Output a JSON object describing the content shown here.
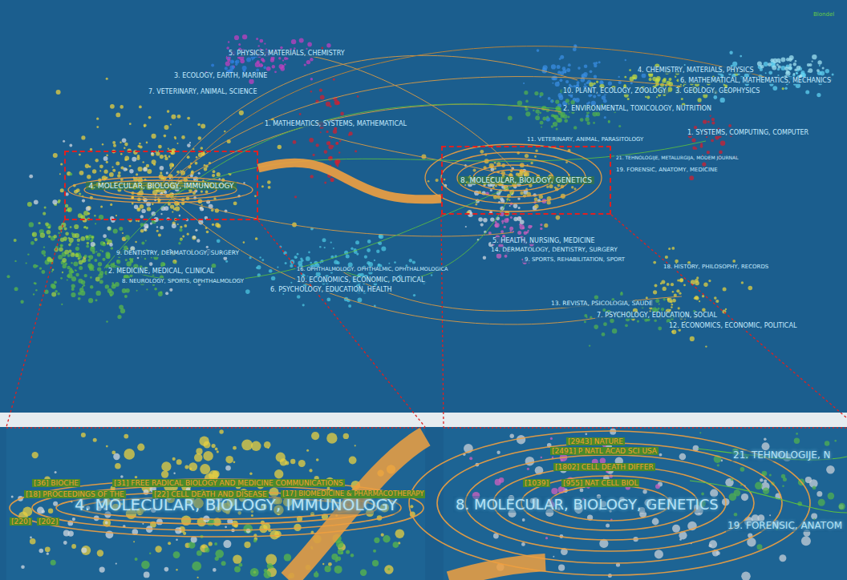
{
  "diagram": {
    "nodes": [
      {
        "text": [
          "4. MOLECULAR, BIOLOGY, IMMUNOLOGY"
        ]
      },
      {
        "text": [
          "8. MOLECULAR, BIOLOGY, GENETICS"
        ]
      },
      {
        "text": [
          "4. MOLECULAR, BIOLOGY, IMMUNOLOGY"
        ]
      },
      {
        "text": [
          "8. MOLECULAR, BIOLOGY, GENETICS"
        ]
      }
    ],
    "edges": [
      {
        "from": 0,
        "to": 1,
        "arrow": "none"
      }
    ],
    "labels": [
      "5. PHYSICS, MATERIALS, CHEMISTRY",
      "3. ECOLOGY, EARTH, MARINE",
      "7. VETERINARY, ANIMAL, SCIENCE",
      "1. MATHEMATICS, SYSTEMS, MATHEMATICAL",
      "9. DENTISTRY, DERMATOLOGY, SURGERY",
      "2. MEDICINE, MEDICAL, CLINICAL",
      "8. NEUROLOGY, SPORTS, OPHTHALMOLOGY",
      "16. OPHTHALMOLOGY, OPHTHALMIC, OPHTHALMOLOGICA",
      "10. ECONOMICS, ECONOMIC, POLITICAL",
      "6. PSYCHOLOGY, EDUCATION, HEALTH",
      "4. CHEMISTRY, MATERIALS, PHYSICS",
      "6. MATHEMATICAL, MATHEMATICS, MECHANICS",
      "10. PLANT, ECOLOGY, ZOOLOGY",
      "3. GEOLOGY, GEOPHYSICS",
      "2. ENVIRONMENTAL, TOXICOLOGY, NUTRITION",
      "1. SYSTEMS, COMPUTING, COMPUTER",
      "11. VETERINARY, ANIMAL, PARASITOLOGY",
      "21. TEHNOLOGIJE, METALURGIJA, MODEM JOURNAL",
      "19. FORENSIC, ANATOMY, MEDICINE",
      "5. HEALTH, NURSING, MEDICINE",
      "14. DERMATOLOGY, DENTISTRY, SURGERY",
      "9. SPORTS, REHABILITATION, SPORT",
      "18. HISTORY, PHILOSOPHY, RECORDS",
      "13. REVISTA, PSICOLOGIA, SAUDE",
      "7. PSYCHOLOGY, EDUCATION, SOCIAL",
      "12. ECONOMICS, ECONOMIC, POLITICAL",
      "Blondel",
      "[36] BIOCHE",
      "[31] FREE RADICAL BIOLOGY AND MEDICINE COMMUNICATIONS",
      "[18] PROCEEDINGS OF THE",
      "[22] CELL DEATH AND DISEASE",
      "[17] BIOMEDICINE & PHARMACOTHERAPY",
      "[220]",
      "[202]",
      "[2943] NATURE",
      "[2491] P NATL ACAD SCI USA",
      "[1802] CELL DEATH DIFFER",
      "[1039]",
      "[955] NAT CELL BIOL",
      "21. TEHNOLOGIJE, N",
      "19. FORENSIC, ANATOM"
    ]
  }
}
